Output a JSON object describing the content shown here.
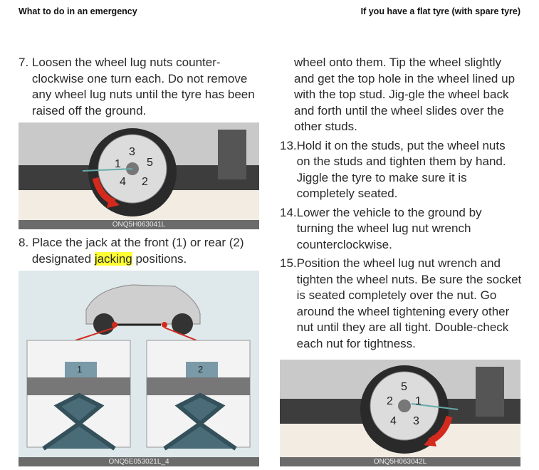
{
  "header": {
    "left": "What to do in an emergency",
    "right": "If you have a flat tyre (with spare tyre)"
  },
  "left": {
    "step7": {
      "num": "7. ",
      "text": "Loosen the wheel lug nuts counter-clockwise one turn each. Do not remove any wheel lug nuts until the tyre has been raised off the ground."
    },
    "fig1": {
      "caption": "ONQ5H063041L",
      "labels": [
        "1",
        "2",
        "3",
        "4",
        "5"
      ]
    },
    "step8": {
      "num": "8. ",
      "text_before": "Place the jack at the front (1) or rear (2) designated ",
      "highlight": "jacking",
      "text_after": " positions."
    },
    "fig2": {
      "caption": "ONQ5E053021L_4",
      "labels": [
        "1",
        "2"
      ]
    }
  },
  "right": {
    "cont": "wheel onto them. Tip the wheel slightly and get the top hole in the wheel lined up with the top stud. Jig-gle the wheel back and forth until the wheel slides over the other studs.",
    "step13": {
      "num": "13.",
      "text": "Hold it on the studs, put the wheel nuts on the studs and tighten them by hand. Jiggle the tyre to make sure it is completely seated."
    },
    "step14": {
      "num": "14.",
      "text": "Lower the vehicle to the ground by turning the wheel lug nut wrench counterclockwise."
    },
    "step15": {
      "num": "15.",
      "text": "Position the wheel lug nut wrench and tighten the wheel nuts. Be sure the socket is seated completely over the nut. Go around the wheel tightening every other nut until they are all tight. Double-check each nut for tightness."
    },
    "fig3": {
      "caption": "ONQ5H063042L",
      "labels": [
        "5",
        "2",
        "1",
        "4",
        "3"
      ]
    }
  },
  "colors": {
    "highlight": "#ffff33",
    "arrow": "#d42a1e",
    "caption_bar": "#6b6b6b"
  }
}
